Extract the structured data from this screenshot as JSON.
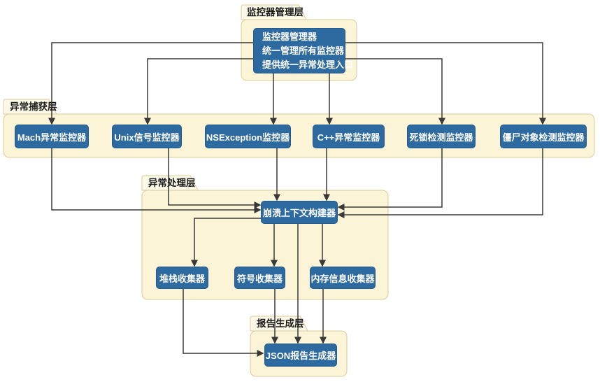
{
  "colors": {
    "canvas_bg": "#ffffff",
    "node_fill": "#2d6a9f",
    "node_border": "#23598b",
    "node_text": "#ffffff",
    "folder_body_fill": "#fbf4d7",
    "folder_tab_fill": "#fdf9e8",
    "folder_border": "#d9cc9c",
    "folder_title_text": "#1a1a1a",
    "edge_color": "#383838"
  },
  "diagram": {
    "layers": {
      "management": {
        "title": "监控器管理层"
      },
      "capture": {
        "title": "异常捕获层"
      },
      "handling": {
        "title": "异常处理层"
      },
      "report": {
        "title": "报告生成层"
      }
    },
    "nodes": {
      "manager": {
        "line1": "监控器管理器",
        "line2": "统一管理所有监控器",
        "line3": "提供统一异常处理入口"
      },
      "mach": {
        "label": "Mach异常监控器"
      },
      "unix": {
        "label": "Unix信号监控器"
      },
      "nsexception": {
        "label": "NSException监控器"
      },
      "cpp": {
        "label": "C++异常监控器"
      },
      "deadlock": {
        "label": "死锁检测监控器"
      },
      "zombie": {
        "label": "僵尸对象检测监控器"
      },
      "context_builder": {
        "label": "崩溃上下文构建器"
      },
      "stack_collector": {
        "label": "堆栈收集器"
      },
      "symbol_collector": {
        "label": "符号收集器"
      },
      "memory_collector": {
        "label": "内存信息收集器"
      },
      "json_generator": {
        "label": "JSON报告生成器"
      }
    },
    "edges": [
      {
        "from": "manager",
        "to": "mach"
      },
      {
        "from": "manager",
        "to": "unix"
      },
      {
        "from": "manager",
        "to": "nsexception"
      },
      {
        "from": "manager",
        "to": "cpp"
      },
      {
        "from": "manager",
        "to": "deadlock"
      },
      {
        "from": "manager",
        "to": "zombie"
      },
      {
        "from": "mach",
        "to": "context_builder"
      },
      {
        "from": "unix",
        "to": "context_builder"
      },
      {
        "from": "nsexception",
        "to": "context_builder"
      },
      {
        "from": "cpp",
        "to": "context_builder"
      },
      {
        "from": "deadlock",
        "to": "context_builder"
      },
      {
        "from": "zombie",
        "to": "context_builder"
      },
      {
        "from": "context_builder",
        "to": "stack_collector"
      },
      {
        "from": "context_builder",
        "to": "symbol_collector"
      },
      {
        "from": "context_builder",
        "to": "memory_collector"
      },
      {
        "from": "context_builder",
        "to": "json_generator"
      },
      {
        "from": "stack_collector",
        "to": "json_generator"
      },
      {
        "from": "symbol_collector",
        "to": "json_generator"
      },
      {
        "from": "memory_collector",
        "to": "json_generator"
      }
    ]
  }
}
